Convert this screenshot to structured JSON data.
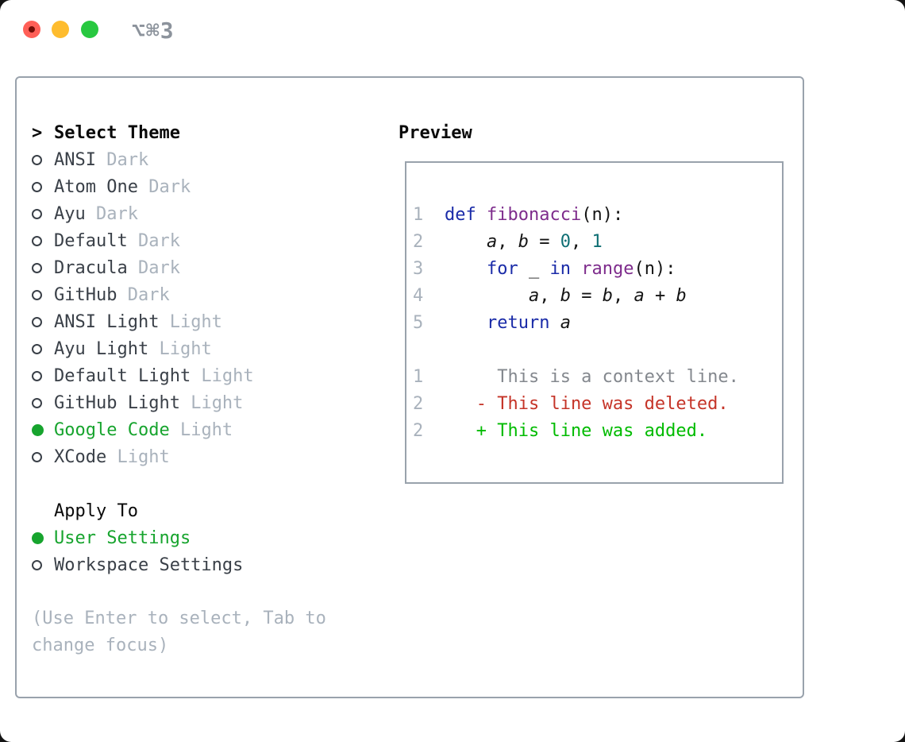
{
  "window": {
    "shortcut": "⌥⌘3",
    "traffic_lights": [
      "close",
      "minimize",
      "zoom"
    ]
  },
  "theme_list": {
    "header_prefix": ">",
    "header": "Select Theme",
    "items": [
      {
        "name": "ANSI",
        "variant": "Dark",
        "selected": false
      },
      {
        "name": "Atom One",
        "variant": "Dark",
        "selected": false
      },
      {
        "name": "Ayu",
        "variant": "Dark",
        "selected": false
      },
      {
        "name": "Default",
        "variant": "Dark",
        "selected": false
      },
      {
        "name": "Dracula",
        "variant": "Dark",
        "selected": false
      },
      {
        "name": "GitHub",
        "variant": "Dark",
        "selected": false
      },
      {
        "name": "ANSI Light",
        "variant": "Light",
        "selected": false
      },
      {
        "name": "Ayu Light",
        "variant": "Light",
        "selected": false
      },
      {
        "name": "Default Light",
        "variant": "Light",
        "selected": false
      },
      {
        "name": "GitHub Light",
        "variant": "Light",
        "selected": false
      },
      {
        "name": "Google Code",
        "variant": "Light",
        "selected": true
      },
      {
        "name": "XCode",
        "variant": "Light",
        "selected": false
      }
    ]
  },
  "apply_to": {
    "header": "Apply To",
    "options": [
      {
        "label": "User Settings",
        "selected": true
      },
      {
        "label": "Workspace Settings",
        "selected": false
      }
    ]
  },
  "hint": "(Use Enter to select, Tab to change focus)",
  "preview": {
    "title": "Preview",
    "code_lines": [
      {
        "no": "1",
        "tokens": [
          {
            "t": "def",
            "c": "keyword"
          },
          {
            "t": " ",
            "c": "plain"
          },
          {
            "t": "fibonacci",
            "c": "func"
          },
          {
            "t": "(n):",
            "c": "plain"
          }
        ]
      },
      {
        "no": "2",
        "tokens": [
          {
            "t": "    ",
            "c": "plain"
          },
          {
            "t": "a",
            "c": "var"
          },
          {
            "t": ", ",
            "c": "plain"
          },
          {
            "t": "b",
            "c": "var"
          },
          {
            "t": " = ",
            "c": "plain"
          },
          {
            "t": "0",
            "c": "literal"
          },
          {
            "t": ", ",
            "c": "plain"
          },
          {
            "t": "1",
            "c": "literal"
          }
        ]
      },
      {
        "no": "3",
        "tokens": [
          {
            "t": "    ",
            "c": "plain"
          },
          {
            "t": "for",
            "c": "keyword"
          },
          {
            "t": " _ ",
            "c": "plain"
          },
          {
            "t": "in",
            "c": "keyword"
          },
          {
            "t": " ",
            "c": "plain"
          },
          {
            "t": "range",
            "c": "func"
          },
          {
            "t": "(n):",
            "c": "plain"
          }
        ]
      },
      {
        "no": "4",
        "tokens": [
          {
            "t": "        ",
            "c": "plain"
          },
          {
            "t": "a",
            "c": "var"
          },
          {
            "t": ", ",
            "c": "plain"
          },
          {
            "t": "b",
            "c": "var"
          },
          {
            "t": " = ",
            "c": "plain"
          },
          {
            "t": "b",
            "c": "var"
          },
          {
            "t": ", ",
            "c": "plain"
          },
          {
            "t": "a",
            "c": "var"
          },
          {
            "t": " + ",
            "c": "plain"
          },
          {
            "t": "b",
            "c": "var"
          }
        ]
      },
      {
        "no": "5",
        "tokens": [
          {
            "t": "    ",
            "c": "plain"
          },
          {
            "t": "return",
            "c": "keyword"
          },
          {
            "t": " ",
            "c": "plain"
          },
          {
            "t": "a",
            "c": "var"
          }
        ]
      }
    ],
    "diff_lines": [
      {
        "no": "1",
        "text": "     This is a context line.",
        "type": "context"
      },
      {
        "no": "2",
        "text": "   - This line was deleted.",
        "type": "deleted"
      },
      {
        "no": "2",
        "text": "   + This line was added.",
        "type": "added"
      }
    ]
  },
  "colors": {
    "accent_green": "#17A42E",
    "keyword": "#1A2BA8",
    "func": "#7E2C8C",
    "literal": "#0F6F74",
    "plain": "#141414",
    "lineno": "#A9B2BC",
    "context": "#84888E",
    "deleted": "#C53428",
    "added": "#00BB00",
    "item_text": "#3A4048",
    "muted": "#A9B2BC",
    "border": "#99A2AC",
    "traffic_red": "#FF5F57",
    "traffic_red_dot": "#730D06",
    "traffic_yellow": "#FEBC2E",
    "traffic_green": "#28C840",
    "titlebar_text": "#8C939C"
  }
}
